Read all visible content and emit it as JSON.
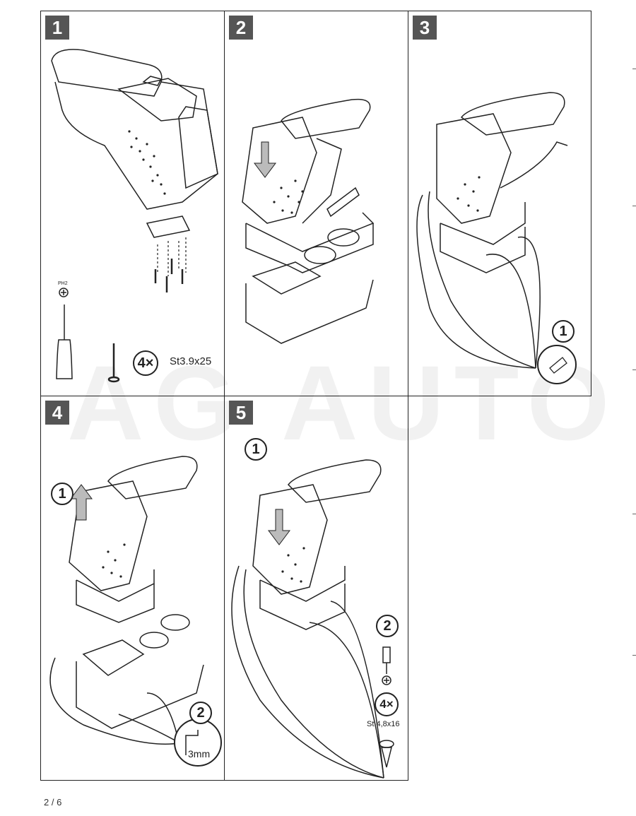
{
  "watermark": "AG AUTO",
  "panels": [
    {
      "number": "1"
    },
    {
      "number": "2"
    },
    {
      "number": "3"
    },
    {
      "number": "4"
    },
    {
      "number": "5"
    }
  ],
  "step1": {
    "tool_label": "PH2",
    "count": "4×",
    "screw_spec": "St3.9x25"
  },
  "step3": {
    "marker": "1"
  },
  "step4": {
    "marker1": "1",
    "marker2": "2",
    "drill_label": "3mm"
  },
  "step5": {
    "marker1": "1",
    "marker2": "2",
    "count": "4×",
    "screw_spec": "St 4,8x16"
  },
  "page_number": "2 / 6"
}
